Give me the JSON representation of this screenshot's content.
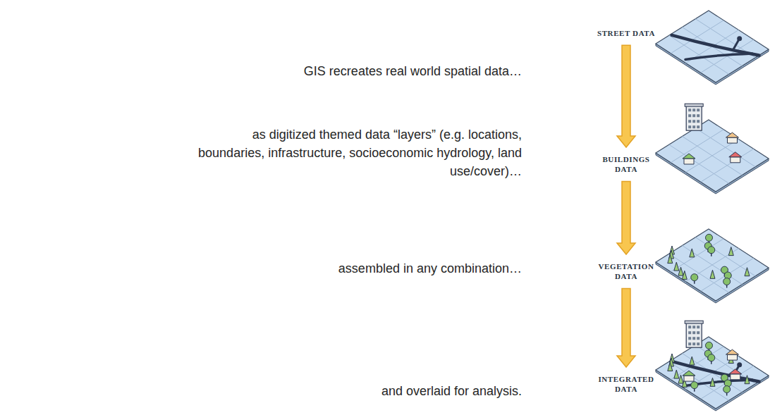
{
  "diagram": {
    "labels": [
      "GIS recreates real world spatial data…",
      "as digitized themed data “layers” (e.g. locations, boundaries, infrastructure, socioeconomic hydrology, land use/cover)…",
      "assembled in any combination…",
      "and overlaid for analysis.",
      "STREET DATA",
      "BUILDINGS DATA",
      "VEGETATION DATA",
      "INTEGRATED DATA"
    ]
  }
}
